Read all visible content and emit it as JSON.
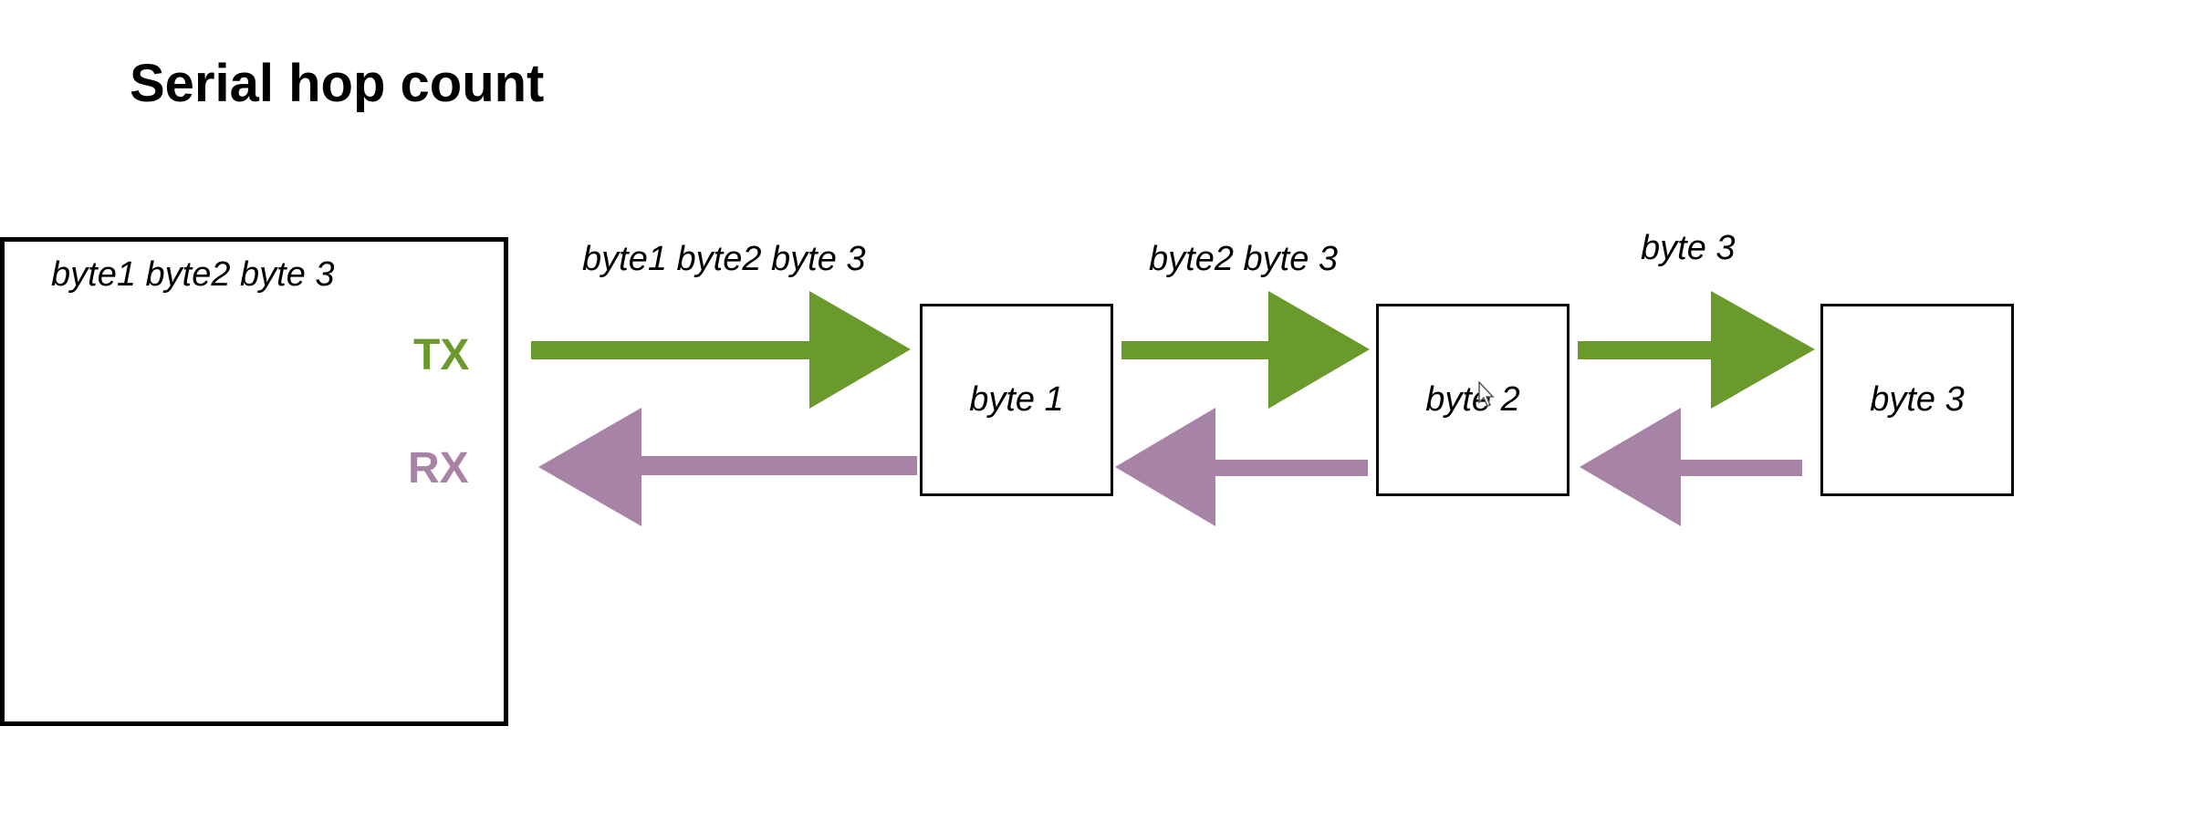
{
  "title": "Serial hop count",
  "host": {
    "bytes_label": "byte1 byte2 byte 3",
    "tx_label": "TX",
    "rx_label": "RX"
  },
  "hops": [
    {
      "label": "byte1 byte2 byte 3"
    },
    {
      "label": "byte2 byte 3"
    },
    {
      "label": "byte 3"
    }
  ],
  "devices": [
    {
      "label": "byte 1"
    },
    {
      "label": "byte 2"
    },
    {
      "label": "byte 3"
    }
  ],
  "colors": {
    "tx": "#6a9a2c",
    "rx": "#a784a6",
    "outline": "#000000"
  }
}
